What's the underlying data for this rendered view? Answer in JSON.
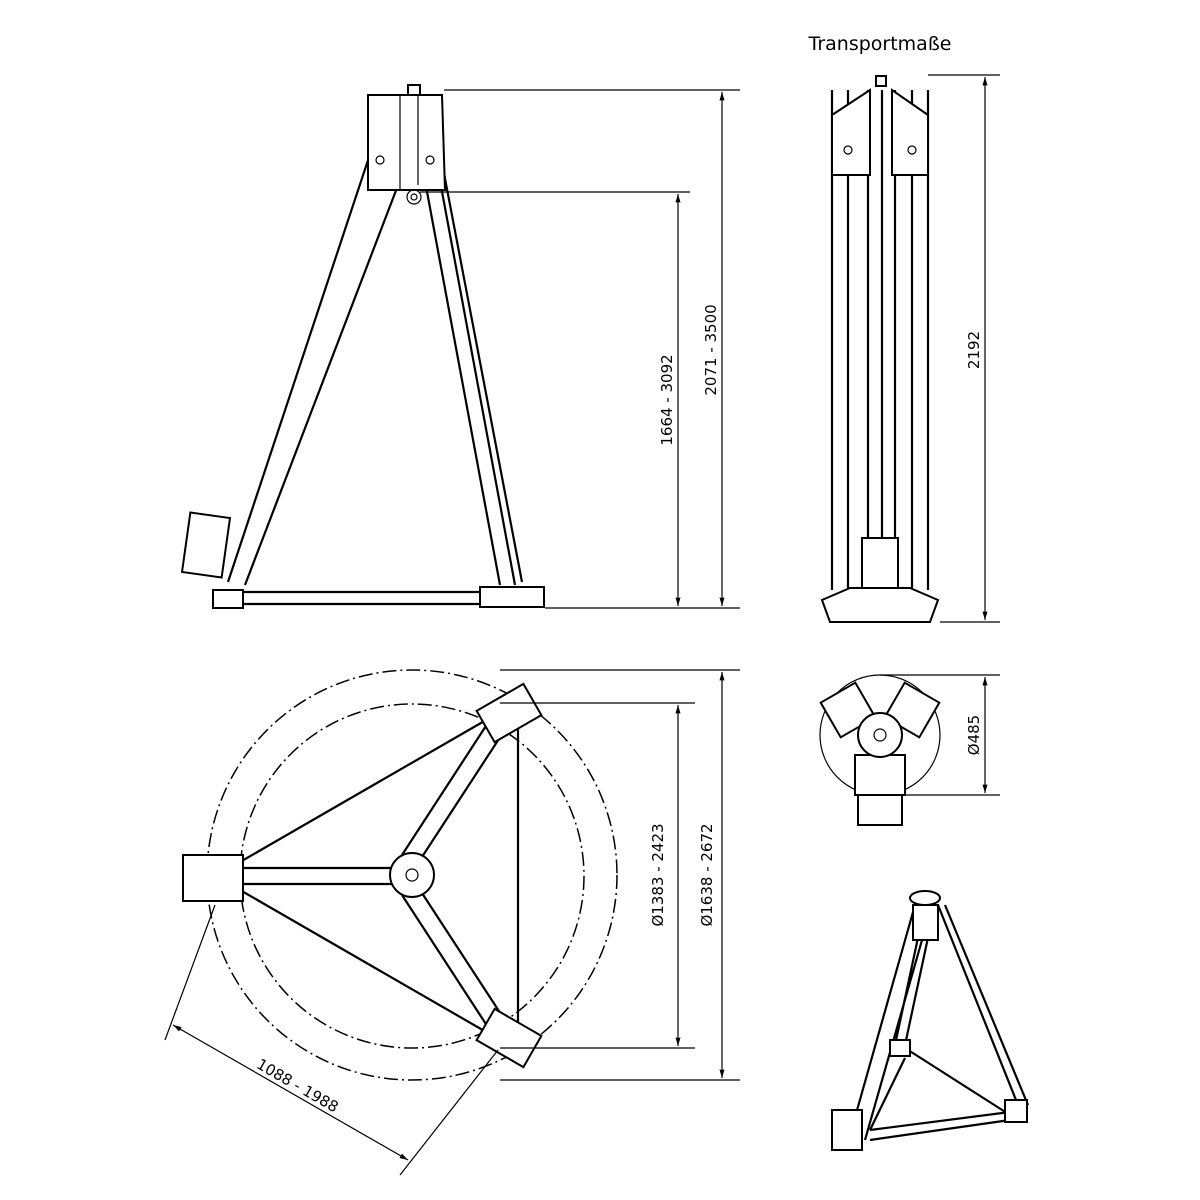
{
  "title": "Transportmaße",
  "side_view": {
    "height_total": "2071 - 3500",
    "height_hook": "1664 - 3092"
  },
  "transport_view": {
    "height": "2192",
    "diameter": "Ø485"
  },
  "top_view": {
    "diameter_inner": "Ø1383 - 2423",
    "diameter_outer": "Ø1638 - 2672",
    "leg_span": "1088 - 1988"
  }
}
